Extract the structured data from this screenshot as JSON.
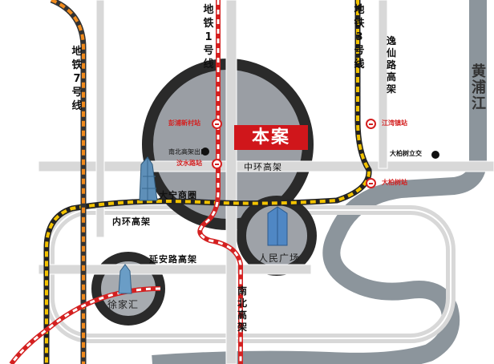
{
  "project": {
    "label": "本案"
  },
  "metro_lines": {
    "line1": "地铁1号线",
    "line3": "地铁3号线",
    "line7": "地铁7号线"
  },
  "roads": {
    "middle_ring": "中环高架",
    "inner_ring": "内环高架",
    "yanan": "延安路高架",
    "nanbei": "南北高架",
    "yixian": "逸仙路高架",
    "nanbei_exit": "南北高架出口",
    "dabaishu": "大柏树立交"
  },
  "stations": {
    "pengpu": "彭浦新村站",
    "wenshui": "汶水路站",
    "jiangwan": "江湾镇站",
    "dabaishu_station": "大柏树站"
  },
  "areas": {
    "daning": "大宁商圈",
    "peoples_square": "人民广场",
    "xujiahui": "徐家汇"
  },
  "river": {
    "label": "黄浦江"
  },
  "colors": {
    "ring_dark": "#2a2a2a",
    "road_gray": "#d8d8d8",
    "metro_red": "#d42020",
    "metro_yellow": "#f2c200",
    "metro_orange": "#f08a1c",
    "river": "#8c959c",
    "banner": "#d0161b"
  }
}
